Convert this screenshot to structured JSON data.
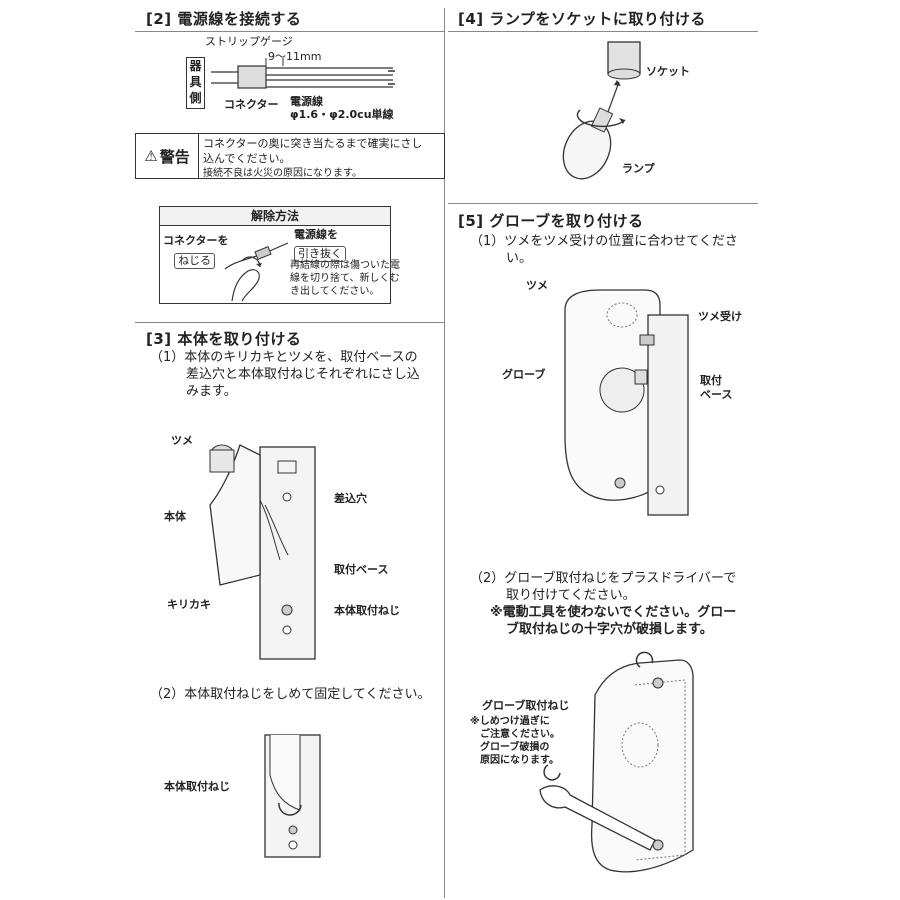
{
  "left": {
    "s2": {
      "heading": "[2] 電源線を接続する",
      "strip_gauge": "ストリップゲージ",
      "dim": "9～11mm",
      "device_side": [
        "器",
        "具",
        "側"
      ],
      "connector": "コネクター",
      "wire": "電源線",
      "wire_spec": "φ1.6・φ2.0cu単線",
      "warning_label": "警告",
      "warning_line1": "コネクターの奥に突き当たるまで確実にさし",
      "warning_line2": "込んでください。",
      "warning_line3": "接続不良は火災の原因になります。",
      "release_title": "解除方法",
      "release_connector": "コネクターを",
      "release_twist": "ねじる",
      "release_wire": "電源線を",
      "release_pull": "引き抜く",
      "release_note1": "再結線の際は傷ついた電",
      "release_note2": "線を切り捨て、新しくむ",
      "release_note3": "き出してください。"
    },
    "s3": {
      "heading": "[3] 本体を取り付ける",
      "step1_line1": "（1）本体のキリカキとツメを、取付ベースの",
      "step1_line2": "差込穴と本体取付ねじそれぞれにさし込",
      "step1_line3": "みます。",
      "label_tsume": "ツメ",
      "label_hontai": "本体",
      "label_kirikaki": "キリカキ",
      "label_sashikomi": "差込穴",
      "label_base": "取付ベース",
      "label_screw": "本体取付ねじ",
      "step2": "（2）本体取付ねじをしめて固定してください。",
      "label_screw2": "本体取付ねじ"
    }
  },
  "right": {
    "s4": {
      "heading": "[4] ランプをソケットに取り付ける",
      "label_socket": "ソケット",
      "label_lamp": "ランプ"
    },
    "s5": {
      "heading": "[5] グローブを取り付ける",
      "step1_line1": "（1）ツメをツメ受けの位置に合わせてくださ",
      "step1_line2": "い。",
      "label_tsume": "ツメ",
      "label_tsumeuke": "ツメ受け",
      "label_globe": "グローブ",
      "label_base1": "取付",
      "label_base2": "ベース",
      "step2_line1": "（2）グローブ取付ねじをプラスドライバーで",
      "step2_line2": "取り付けてください。",
      "note_line1": "※電動工具を使わないでください。グロー",
      "note_line2": "ブ取付ねじの十字穴が破損します。",
      "label_globe_screw": "グローブ取付ねじ",
      "caution1": "※しめつけ過ぎに",
      "caution2": "ご注意ください。",
      "caution3": "グローブ破損の",
      "caution4": "原因になります。"
    }
  }
}
